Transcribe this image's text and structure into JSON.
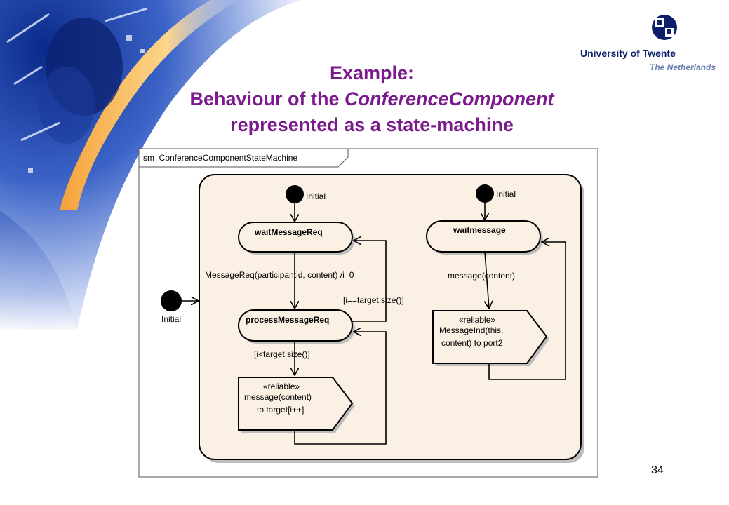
{
  "header": {
    "logo": {
      "name": "University of Twente",
      "tagline": "The Netherlands",
      "icon": "university-of-twente-logo"
    }
  },
  "slide": {
    "title_line1": "Example:",
    "title_line2_prefix": "Behaviour of the ",
    "title_line2_italic": "ConferenceComponent",
    "title_line3": "represented as a state-machine",
    "page_number": "34"
  },
  "diagram": {
    "frame_label": "sm  ConferenceComponentStateMachine",
    "outer_initial_label": "Initial",
    "left_region": {
      "initial_label": "Initial",
      "states": [
        "waitMessageReq",
        "processMessageReq"
      ],
      "transition_message_req": "MessageReq(participantid, content) /i=0",
      "guard_loop_done": "[i==target.size()]",
      "guard_continue": "[i<target.size()]",
      "send_signal": [
        "«reliable»",
        "message(content)",
        "to target[i++]"
      ]
    },
    "right_region": {
      "initial_label": "Initial",
      "states": [
        "waitmessage"
      ],
      "transition_message": "message(content)",
      "send_signal": [
        "«reliable»",
        "MessageInd(this,",
        "content) to port2"
      ]
    },
    "colors": {
      "region_fill": "#faf0e4",
      "title_purple": "#7a1a8c",
      "logo_navy": "#0b1f6b"
    }
  }
}
